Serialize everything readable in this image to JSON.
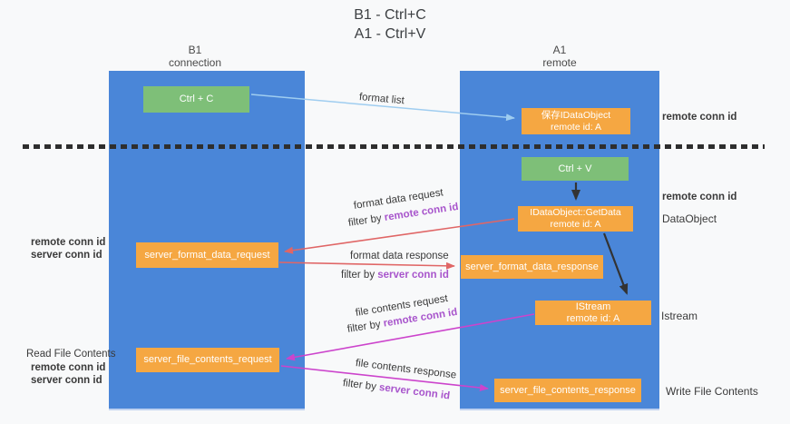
{
  "title": {
    "line1": "B1 - Ctrl+C",
    "line2": "A1 - Ctrl+V"
  },
  "columns": {
    "b1": {
      "name": "B1",
      "subtitle": "connection"
    },
    "a1": {
      "name": "A1",
      "subtitle": "remote"
    }
  },
  "boxes": {
    "ctrl_c": "Ctrl + C",
    "ctrl_v": "Ctrl + V",
    "save_idataobject": {
      "line1": "保存IDataObject",
      "line2": "remote id: A"
    },
    "getdata": {
      "line1": "IDataObject::GetData",
      "line2": "remote id: A"
    },
    "istream": {
      "line1": "IStream",
      "line2": "remote id: A"
    },
    "server_format_data_request": "server_format_data_request",
    "server_format_data_response": "server_format_data_response",
    "server_file_contents_request": "server_file_contents_request",
    "server_file_contents_response": "server_file_contents_response"
  },
  "flow_labels": {
    "format_list": "format list",
    "format_data_request": "format data request",
    "format_data_response": "format data response",
    "file_contents_request": "file contents request",
    "file_contents_response": "file contents response",
    "filter_by_prefix": "filter by ",
    "remote_conn_id": "remote conn id",
    "server_conn_id": "server conn id"
  },
  "side_labels": {
    "remote_conn_id": "remote conn id",
    "server_conn_id": "server conn id",
    "dataobject": "DataObject",
    "istream": "Istream",
    "read_file_contents": "Read File Contents",
    "write_file_contents": "Write File Contents"
  },
  "colors": {
    "column_blue": "#4a86d8",
    "box_green": "#7ebf78",
    "box_orange": "#f5a742",
    "arrow_blue": "#9fcdf0",
    "arrow_red": "#e06666",
    "arrow_magenta": "#cc44cc",
    "arrow_black": "#333333",
    "label_purple": "#a855cc",
    "label_green": "#62a962",
    "background": "#f8f9fa"
  }
}
